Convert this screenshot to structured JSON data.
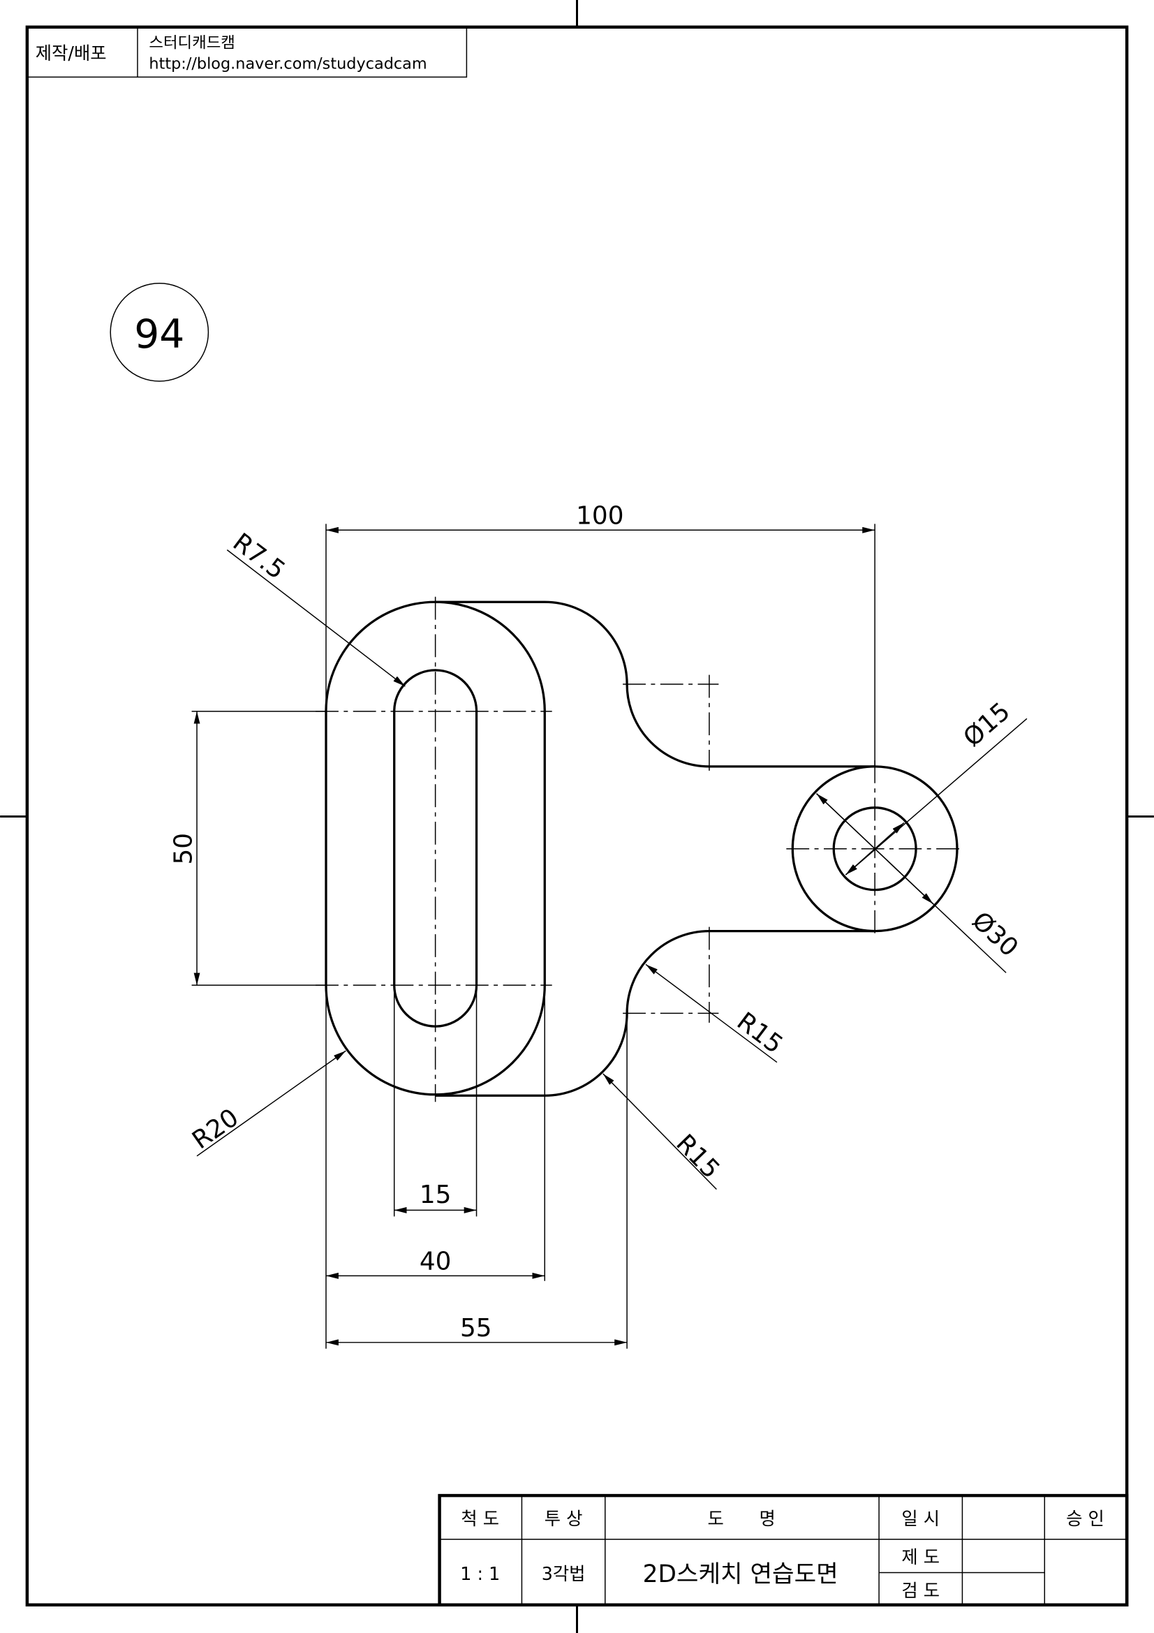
{
  "header": {
    "label": "제작/배포",
    "author": "스터디캐드캠",
    "url": "http://blog.naver.com/studycadcam"
  },
  "problem_number": "94",
  "dimensions": {
    "width_total": "100",
    "radius_slot": "R7.5",
    "height": "50",
    "radius_outer": "R20",
    "slot_width": "15",
    "oval_width": "40",
    "neck_length": "55",
    "hole_dia": "Ø15",
    "ring_dia": "Ø30",
    "fillet_upper": "R15",
    "fillet_lower": "R15"
  },
  "title_block": {
    "scale_label": "척 도",
    "scale_value": "1 : 1",
    "projection_label": "투 상",
    "projection_value": "3각법",
    "name_label": "도　　명",
    "name_value": "2D스케치 연습도면",
    "date_label": "일 시",
    "drawn_label": "제 도",
    "checked_label": "검 도",
    "approval_label": "승 인"
  }
}
